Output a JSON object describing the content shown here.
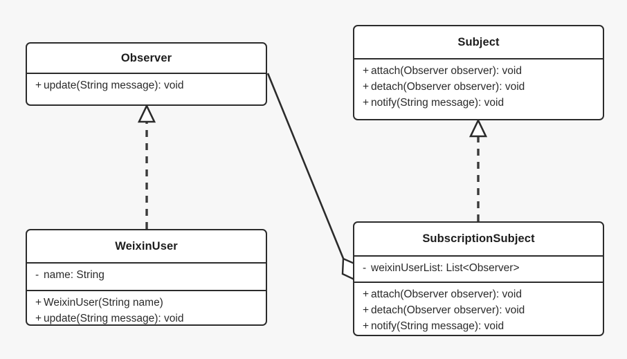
{
  "diagram": {
    "kind": "uml-class-diagram",
    "pattern": "Observer Pattern",
    "background_color": "#f7f7f7",
    "line_color": "#2b2b2b",
    "box_fill_color": "#ffffff"
  },
  "classes": {
    "observer": {
      "name": "Observer",
      "attributes": [],
      "operations": [
        {
          "visibility": "+",
          "signature": "update(String message): void"
        }
      ]
    },
    "subject": {
      "name": "Subject",
      "attributes": [],
      "operations": [
        {
          "visibility": "+",
          "signature": "attach(Observer observer): void"
        },
        {
          "visibility": "+",
          "signature": "detach(Observer observer): void"
        },
        {
          "visibility": "+",
          "signature": "notify(String message): void"
        }
      ]
    },
    "weixinuser": {
      "name": "WeixinUser",
      "attributes": [
        {
          "visibility": "-",
          "signature": "name: String"
        }
      ],
      "operations": [
        {
          "visibility": "+",
          "signature": "WeixinUser(String name)"
        },
        {
          "visibility": "+",
          "signature": "update(String message): void"
        }
      ]
    },
    "subscriptionsubject": {
      "name": "SubscriptionSubject",
      "attributes": [
        {
          "visibility": "-",
          "signature": "weixinUserList: List<Observer>"
        }
      ],
      "operations": [
        {
          "visibility": "+",
          "signature": "attach(Observer observer): void"
        },
        {
          "visibility": "+",
          "signature": "detach(Observer observer): void"
        },
        {
          "visibility": "+",
          "signature": "notify(String message): void"
        }
      ]
    }
  },
  "relationships": [
    {
      "id": "realization-weixinuser-observer",
      "type": "realization",
      "style": "dashed",
      "arrowhead": "hollow-triangle",
      "from": "WeixinUser",
      "to": "Observer"
    },
    {
      "id": "realization-subscriptionsubject-subject",
      "type": "realization",
      "style": "dashed",
      "arrowhead": "hollow-triangle",
      "from": "SubscriptionSubject",
      "to": "Subject"
    },
    {
      "id": "aggregation-subscriptionsubject-observer",
      "type": "aggregation",
      "style": "solid",
      "arrowhead": "hollow-diamond",
      "from": "SubscriptionSubject",
      "to": "Observer"
    }
  ]
}
